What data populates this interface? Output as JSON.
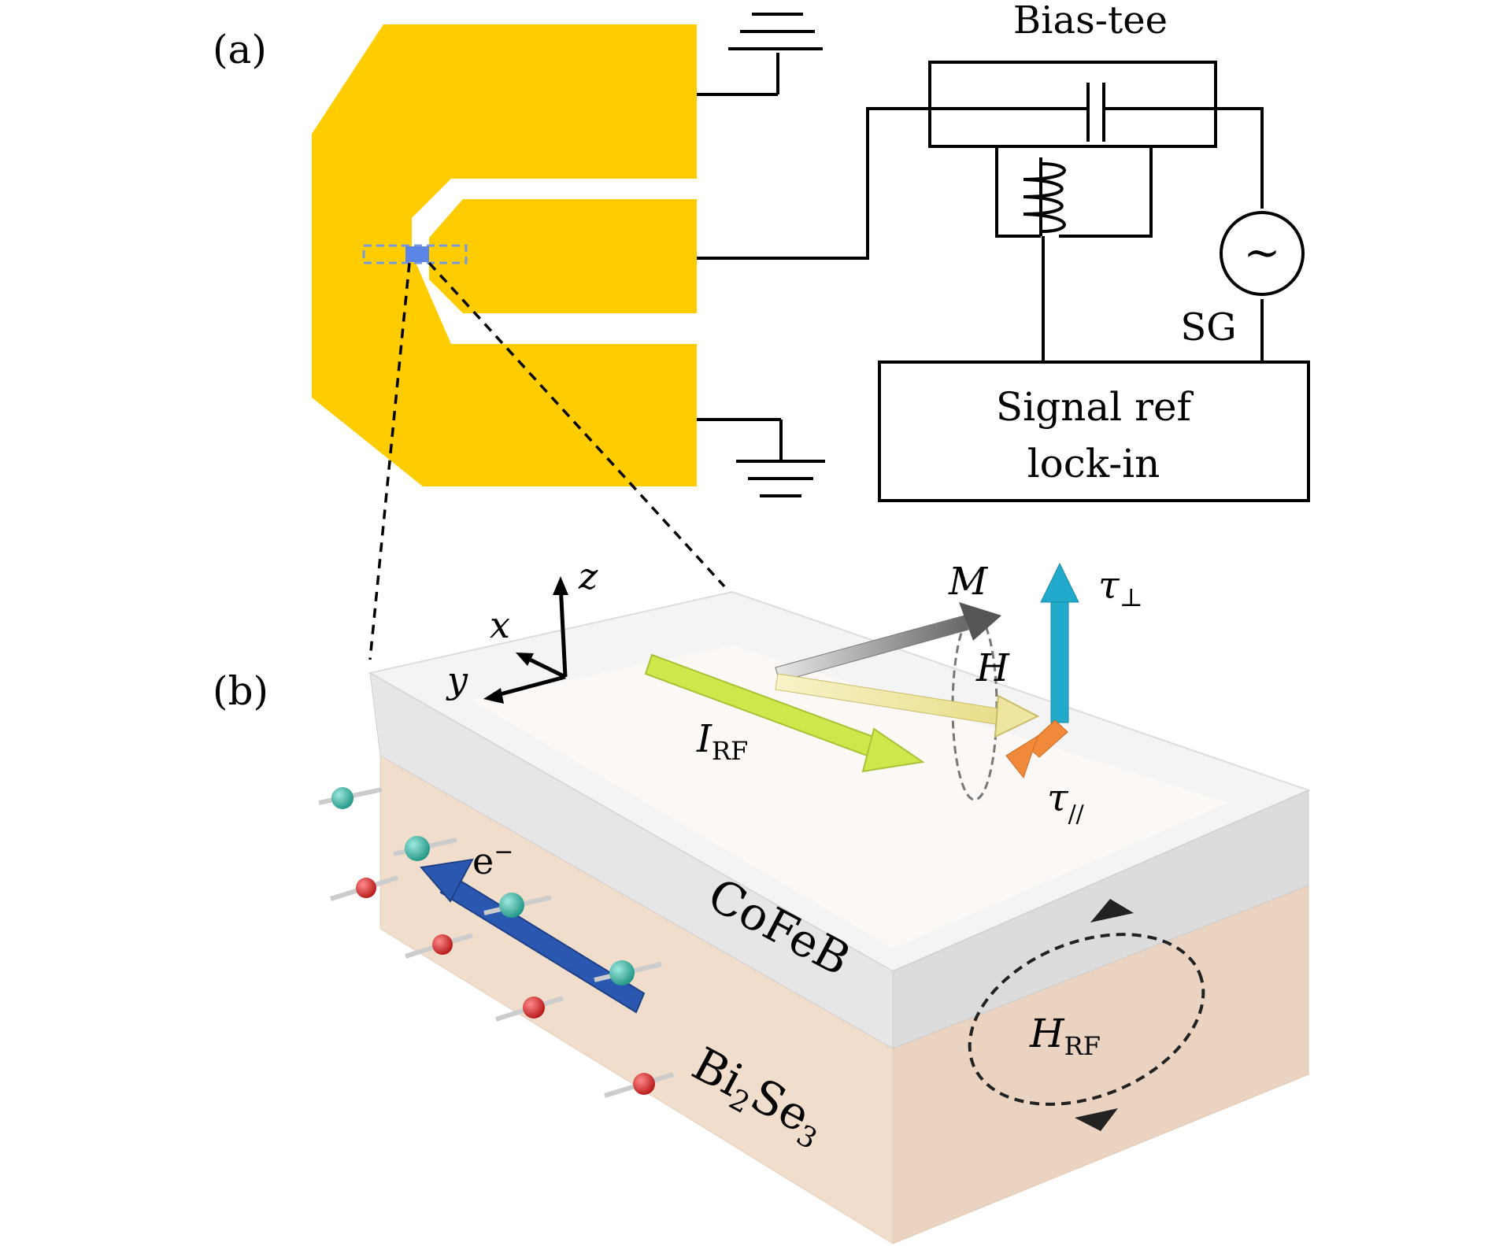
{
  "panel_a": {
    "label": "(a)",
    "bias_tee_label": "Bias-tee",
    "sg_label": "SG",
    "sg_symbol": "~",
    "lockin_line1": "Signal ref",
    "lockin_line2": "lock-in"
  },
  "panel_b": {
    "label": "(b)",
    "axes": {
      "x": "x",
      "y": "y",
      "z": "z"
    },
    "vectors": {
      "M": "M",
      "H": "H",
      "I_main": "I",
      "I_sub": "RF",
      "tau_perp": "τ",
      "tau_perp_sub": "⊥",
      "tau_par": "τ",
      "tau_par_sub": "//"
    },
    "electron_main": "e",
    "electron_sup": "−",
    "cofeb_label": "CoFeB",
    "bise_main": "Bi",
    "bise_sub1": "2",
    "bise_mid": "Se",
    "bise_sub2": "3",
    "hrf_main": "H",
    "hrf_sub": "RF"
  },
  "colors": {
    "gold": "#FFCC00",
    "dashed_box": "#7799DD",
    "cofeb_top": "#F4F4F4",
    "bise_side": "#F1DDCC",
    "irf_arrow": "#CCE84A",
    "m_arrow": "#8A8A8A",
    "h_arrow": "#EEE6A0",
    "tau_perp_arrow": "#22AACC",
    "tau_par_arrow": "#F08A3A",
    "e_arrow": "#2A58B0",
    "spin_teal": "#3AB8A8",
    "spin_red": "#DD2B2B"
  }
}
